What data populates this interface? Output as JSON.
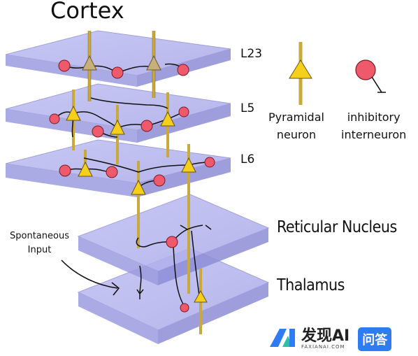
{
  "title": "Cortex",
  "layers": {
    "l23": "L23",
    "l5": "L5",
    "l6": "L6",
    "reticular": "Reticular Nucleus",
    "thalamus": "Thalamus"
  },
  "legend": {
    "pyramidal": [
      "Pyramidal",
      "neuron"
    ],
    "inhibitory": [
      "inhibitory",
      "interneuron"
    ]
  },
  "input_label": [
    "Spontaneous",
    "Input"
  ],
  "watermark": {
    "brand": "发现AI",
    "sub": "FAXIANAI.COM",
    "badge": "问答"
  },
  "colors": {
    "plate_top": "#b3b3ee",
    "plate_side": "#9d9de3",
    "pyramid": "#f5cf1a",
    "pyramid_dim": "#c8b07a",
    "interneuron": "#ee5a6c",
    "axon": "#c9a93a"
  }
}
